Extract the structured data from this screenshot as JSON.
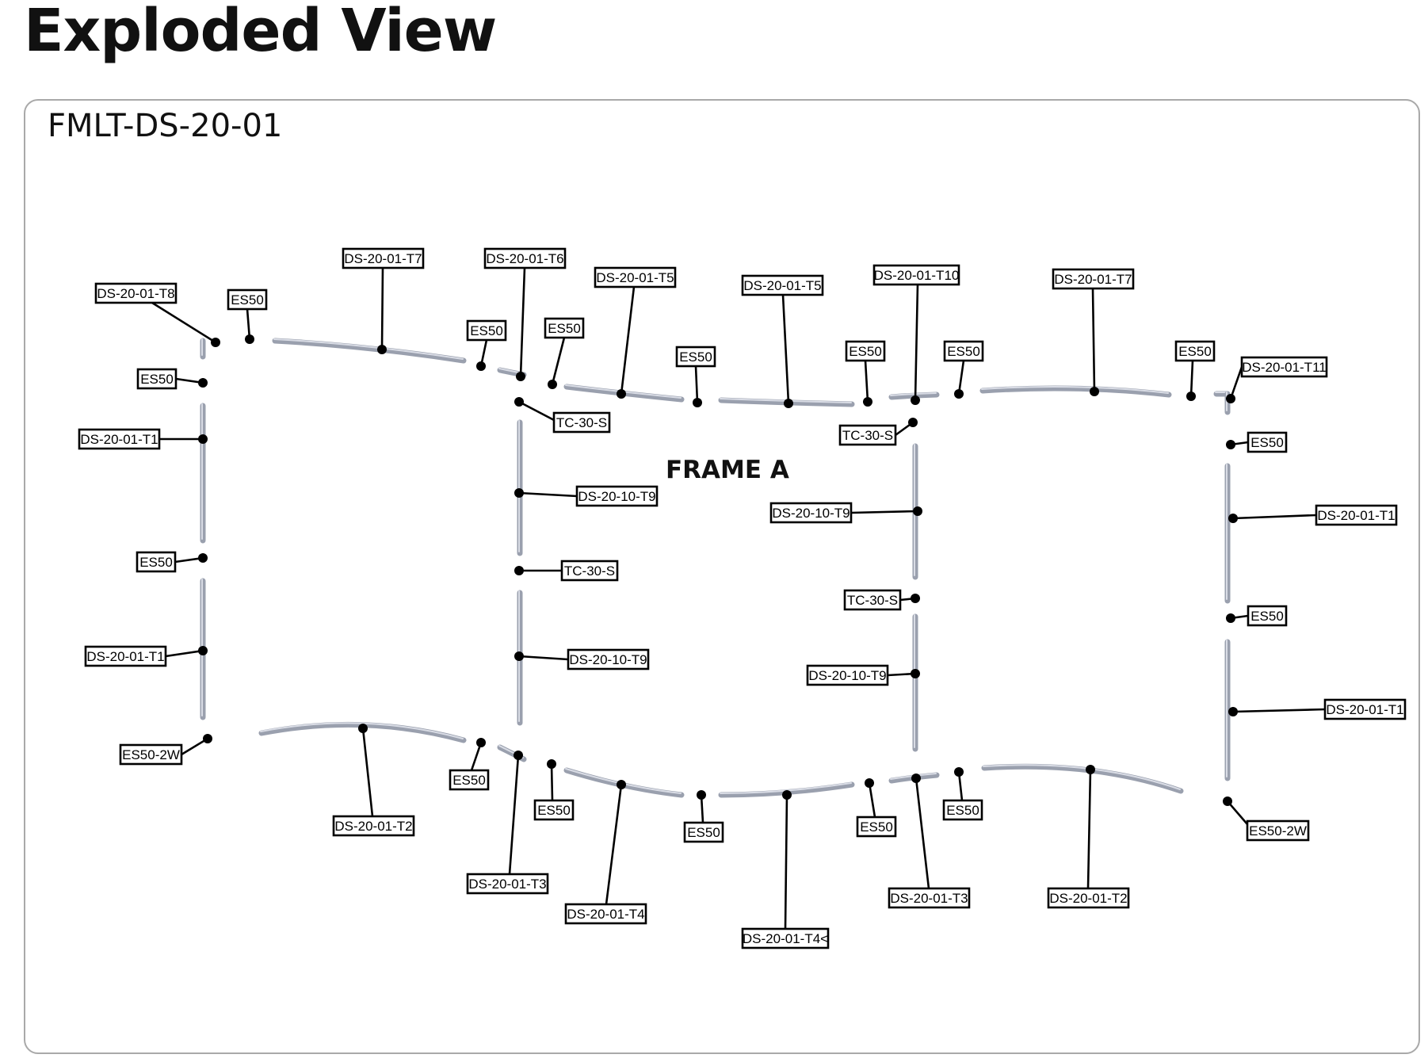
{
  "page": {
    "title": "Exploded View",
    "assembly_id": "FMLT-DS-20-01"
  },
  "diagram": {
    "frame_label": "FRAME A",
    "colors": {
      "tube": "#9aa0ae",
      "callout": "#000000",
      "panel_border": "#a9a9a9"
    },
    "callouts": [
      {
        "id": "c1",
        "text": "DS-20-01-T8"
      },
      {
        "id": "c2",
        "text": "ES50"
      },
      {
        "id": "c3",
        "text": "DS-20-01-T7"
      },
      {
        "id": "c4",
        "text": "ES50"
      },
      {
        "id": "c5",
        "text": "DS-20-01-T6"
      },
      {
        "id": "c6",
        "text": "ES50"
      },
      {
        "id": "c7",
        "text": "DS-20-01-T5"
      },
      {
        "id": "c8",
        "text": "ES50"
      },
      {
        "id": "c9",
        "text": "DS-20-01-T5"
      },
      {
        "id": "c10",
        "text": "ES50"
      },
      {
        "id": "c11",
        "text": "DS-20-01-T10"
      },
      {
        "id": "c12",
        "text": "ES50"
      },
      {
        "id": "c13",
        "text": "DS-20-01-T7"
      },
      {
        "id": "c14",
        "text": "ES50"
      },
      {
        "id": "c15",
        "text": "DS-20-01-T11"
      },
      {
        "id": "c16",
        "text": "ES50"
      },
      {
        "id": "c17",
        "text": "DS-20-01-T1"
      },
      {
        "id": "c18",
        "text": "ES50"
      },
      {
        "id": "c19",
        "text": "DS-20-01-T1"
      },
      {
        "id": "c20",
        "text": "ES50-2W"
      },
      {
        "id": "c21",
        "text": "TC-30-S"
      },
      {
        "id": "c22",
        "text": "DS-20-10-T9"
      },
      {
        "id": "c23",
        "text": "TC-30-S"
      },
      {
        "id": "c24",
        "text": "DS-20-10-T9"
      },
      {
        "id": "c25",
        "text": "TC-30-S"
      },
      {
        "id": "c26",
        "text": "DS-20-10-T9"
      },
      {
        "id": "c27",
        "text": "TC-30-S"
      },
      {
        "id": "c28",
        "text": "DS-20-10-T9"
      },
      {
        "id": "c29",
        "text": "ES50"
      },
      {
        "id": "c30",
        "text": "DS-20-01-T1"
      },
      {
        "id": "c31",
        "text": "ES50"
      },
      {
        "id": "c32",
        "text": "DS-20-01-T1"
      },
      {
        "id": "c33",
        "text": "ES50-2W"
      },
      {
        "id": "c34",
        "text": "DS-20-01-T2"
      },
      {
        "id": "c35",
        "text": "ES50"
      },
      {
        "id": "c36",
        "text": "ES50"
      },
      {
        "id": "c37",
        "text": "DS-20-01-T3"
      },
      {
        "id": "c38",
        "text": "DS-20-01-T4"
      },
      {
        "id": "c39",
        "text": "ES50"
      },
      {
        "id": "c40",
        "text": "DS-20-01-T4<"
      },
      {
        "id": "c41",
        "text": "ES50"
      },
      {
        "id": "c42",
        "text": "ES50"
      },
      {
        "id": "c43",
        "text": "DS-20-01-T3"
      },
      {
        "id": "c44",
        "text": "DS-20-01-T2"
      }
    ]
  }
}
